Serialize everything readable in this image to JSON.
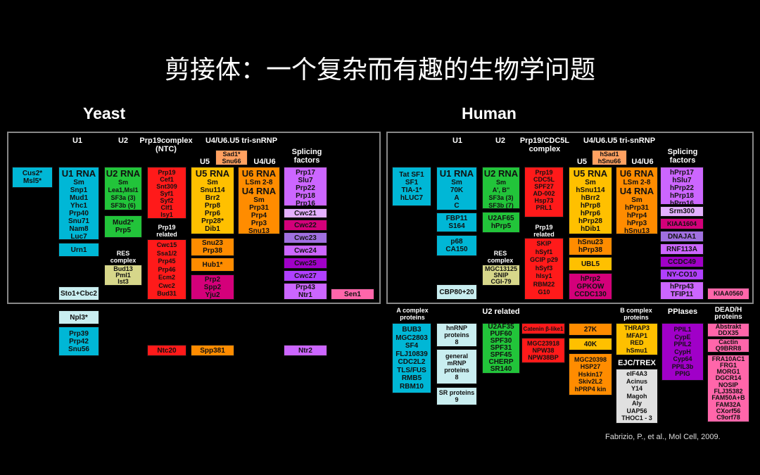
{
  "title": "剪接体：一个复杂而有趣的生物学问题",
  "yeast": {
    "title": "Yeast",
    "headers": {
      "u1": "U1",
      "u2": "U2",
      "prp19": "Prp19complex\n(NTC)",
      "tri": "U4/U6.U5 tri-snRNP",
      "u5": "U5",
      "u4u6": "U4/U6",
      "splicing": "Splicing\nfactors",
      "prp19_related": "Prp19\nrelated",
      "res": "RES\ncomplex"
    },
    "boxes": {
      "cus2": "Cus2*\nMsl5*",
      "u1rna_title": "U1 RNA",
      "u1rna": "Sm\nSnp1\nMud1\nYhc1\nPrp40\nSnu71\nNam8\nLuc7",
      "urn1": "Urn1",
      "sto1": "Sto1+Cbc2",
      "u2rna_title": "U2 RNA",
      "u2rna": "Sm\nLea1,Msl1\nSF3a (3)\nSF3b (6)",
      "mud2": "Mud2*\nPrp5",
      "res": "Bud13\nPml1\nIst3",
      "prp19": "Prp19\nCef1\nSnt309\nSyf1\nSyf2\nClf1\nIsy1",
      "prp19rel": "Cwc15\nSsa1/2\nPrp45\nPrp46\nEcm2\nCwc2\nBud31",
      "sad1": "Sad1*\nSnu66",
      "u5rna_title": "U5 RNA",
      "u5rna": "Sm\nSnu114\nBrr2\nPrp8\nPrp6\nPrp28*\nDib1",
      "snu23": "Snu23\nPrp38",
      "hub1": "Hub1*",
      "prp2": "Prp2\nSpp2\nYju2",
      "u6rna_title": "U6 RNA",
      "u6rna_lsm": "LSm 2-8",
      "u4rna_title": "U4 RNA",
      "u4rna": "Sm\nPrp31\nPrp4\nPrp3\nSnu13",
      "sf_top": "Prp17\nSlu7\nPrp22\nPrp18\nPrp16",
      "cwc21": "Cwc21",
      "cwc22": "Cwc22",
      "cwc23": "Cwc23",
      "cwc24": "Cwc24",
      "cwc25": "Cwc25",
      "cwc27": "Cwc27",
      "prp43": "Prp43\nNtr1",
      "sen1": "Sen1",
      "npl3": "Npl3*",
      "prp39": "Prp39\nPrp42\nSnu56",
      "ntc20": "Ntc20",
      "spp381": "Spp381",
      "ntr2": "Ntr2"
    }
  },
  "human": {
    "title": "Human",
    "headers": {
      "u1": "U1",
      "u2": "U2",
      "prp19": "Prp19/CDC5L\ncomplex",
      "tri": "U4/U6.U5 tri-snRNP",
      "u5": "U5",
      "u4u6": "U4/U6",
      "splicing": "Splicing\nfactors",
      "prp19_related": "Prp19\nrelated",
      "res": "RES\ncomplex",
      "acomplex": "A complex\nproteins",
      "u2related": "U2 related",
      "bcomplex": "B complex\nproteins",
      "ppiases": "PPIases",
      "deadh": "DEAD/H\nproteins",
      "ejc": "EJC/TREX"
    },
    "boxes": {
      "tatsf1": "Tat SF1\nSF1\nTIA-1*\nhLUC7",
      "u1rna_title": "U1 RNA",
      "u1rna": "Sm\n70K\nA\nC",
      "fbp11": "FBP11\nS164",
      "p68": "p68\nCA150",
      "cbp80": "CBP80+20",
      "u2rna_title": "U2 RNA",
      "u2rna": "Sm\nA', B''\nSF3a (3)\nSF3b (7)",
      "u2af65": "U2AF65\nhPrp5",
      "res": "MGC13125\nSNIP\nCGI-79",
      "prp19": "Prp19\nCDC5L\nSPF27\nAD-002\nHsp73\nPRL1",
      "prp19rel": "SKIP\nhSyf1\nGCIP p29\nhSyf3\nhIsy1\nRBM22\nG10",
      "hsad1": "hSad1\nhSnu66",
      "u5rna_title": "U5 RNA",
      "u5rna": "Sm\nhSnu114\nhBrr2\nhPrp8\nhPrp6\nhPrp28\nhDib1",
      "hsnu23": "hSnu23\nhPrp38",
      "ubl5": "UBL5",
      "hprp2": "hPrp2\nGPKOW\nCCDC130",
      "u6rna_title": "U6 RNA",
      "u6rna_lsm": "LSm 2-8",
      "u4rna_title": "U4 RNA",
      "u4rna": "Sm\nhPrp31\nhPrp4\nhPrp3\nhSnu13",
      "sf_top": "hPrp17\nhSlu7\nhPrp22\nhPrp18\nhPrp16",
      "srm300": "Srm300",
      "kiaa1604": "KIAA1604",
      "dnaja1": "DNAJA1",
      "rnf113a": "RNF113A",
      "ccdc49": "CCDC49",
      "nyco10": "NY-CO10",
      "hprp43": "hPrp43\nTFIP11",
      "kiaa0560": "KIAA0560",
      "acomplex": "BUB3\nMGC2803\nSF4\nFLJ10839\nCDC2L2\nTLS/FUS\nRMB5\nRBM10",
      "hnrnp": "hnRNP\nproteins\n8",
      "general": "general\nmRNP\nproteins\n8",
      "sr": "SR proteins\n9",
      "u2af35": "U2AF35\nPUF60\nSPF30\nSPF31\nSPF45\nCHERP\nSR140",
      "catenin": "Catenin β-like1",
      "mgc23918": "MGC23918\nNPW38\nNPW38BP",
      "k27": "27K",
      "k40": "40K",
      "mgc20398": "MGC20398\nHSP27\nHskin17\nSkiv2L2\nhPRP4 kin",
      "bcomplex": "THRAP3\nMFAP1\nRED\nhSmu1",
      "ejc": "eIF4A3\nAcinus\nY14\nMagoh\nAly\nUAP56\nTHOC1 - 3",
      "ppiases": "PPIL1\nCypE\nPPIL2\nCypH\nCyp64\nPPIL3b\nPPIG",
      "deadh": "Abstrakt\nDDX35",
      "cactin": "Cactin\nQ9BRR8",
      "fra10ac1": "FRA10AC1\nFRG1\nMORG1\nDGCR14\nNOSIP\nFLJ35382\nFAM50A+B\nFAM32A\nCXorf56\nC9orf78"
    }
  },
  "credit": "Fabrizio, P., et al., Mol Cell, 2009.",
  "colors": {
    "cyan": "#00b7d6",
    "green": "#22c43a",
    "red": "#ff1a1a",
    "yellow": "#ffc000",
    "orange": "#ff8c00",
    "violet": "#cc66ff",
    "pink": "#ff66aa",
    "magenta": "#d4007a",
    "lightcyan": "#c9eef0",
    "olive": "#d7d78a",
    "peach": "#ffa060",
    "lilac": "#e4b0ff"
  }
}
